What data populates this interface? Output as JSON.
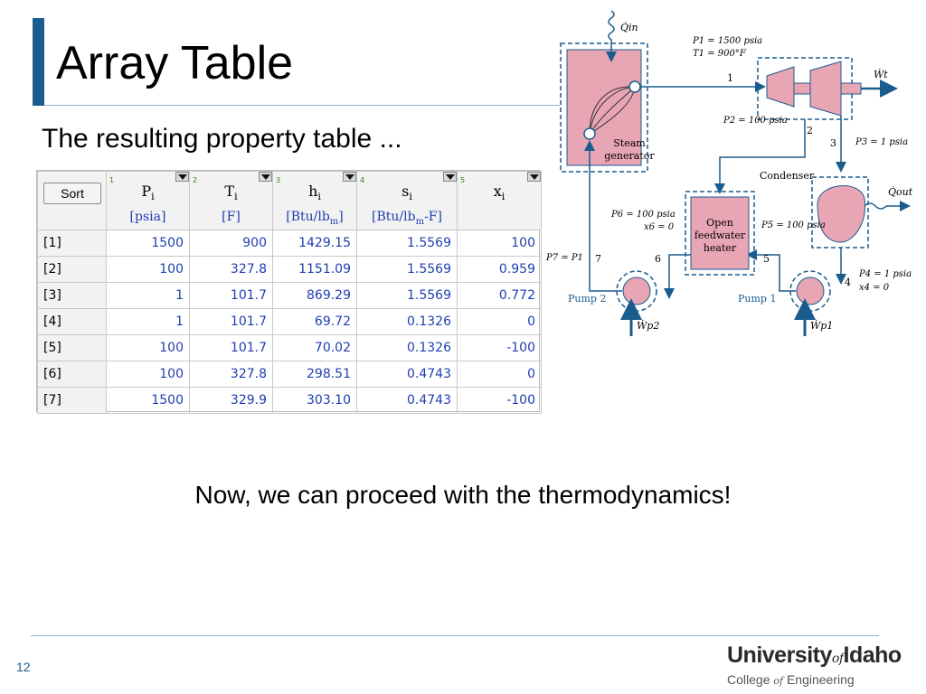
{
  "slide": {
    "title": "Array Table",
    "subtitle": "The resulting property table ...",
    "note": "Now, we can proceed with the thermodynamics!",
    "page_number": "12"
  },
  "table": {
    "sort_label": "Sort",
    "columns": [
      {
        "index": "1",
        "name": "P",
        "sub": "i",
        "unit": "[psia]"
      },
      {
        "index": "2",
        "name": "T",
        "sub": "i",
        "unit": "[F]"
      },
      {
        "index": "3",
        "name": "h",
        "sub": "i",
        "unit": "[Btu/lb",
        "unit_sub": "m",
        "unit_tail": "]"
      },
      {
        "index": "4",
        "name": "s",
        "sub": "i",
        "unit": "[Btu/lb",
        "unit_sub": "m",
        "unit_tail": "-F]"
      },
      {
        "index": "5",
        "name": "x",
        "sub": "i",
        "unit": ""
      }
    ],
    "rows": [
      {
        "label": "[1]",
        "values": [
          "1500",
          "900",
          "1429.15",
          "1.5569",
          "100"
        ]
      },
      {
        "label": "[2]",
        "values": [
          "100",
          "327.8",
          "1151.09",
          "1.5569",
          "0.959"
        ]
      },
      {
        "label": "[3]",
        "values": [
          "1",
          "101.7",
          "869.29",
          "1.5569",
          "0.772"
        ]
      },
      {
        "label": "[4]",
        "values": [
          "1",
          "101.7",
          "69.72",
          "0.1326",
          "0"
        ]
      },
      {
        "label": "[5]",
        "values": [
          "100",
          "101.7",
          "70.02",
          "0.1326",
          "-100"
        ]
      },
      {
        "label": "[6]",
        "values": [
          "100",
          "327.8",
          "298.51",
          "0.4743",
          "0"
        ]
      },
      {
        "label": "[7]",
        "values": [
          "1500",
          "329.9",
          "303.10",
          "0.4743",
          "-100"
        ]
      }
    ]
  },
  "diagram": {
    "q_in": "Q̇in",
    "q_out": "Q̇out",
    "w_t": "Ẇt",
    "w_p1": "Ẇp1",
    "w_p2": "Ẇp2",
    "steam_gen_1": "Steam",
    "steam_gen_2": "generator",
    "condenser": "Condenser",
    "fwh_1": "Open",
    "fwh_2": "feedwater",
    "fwh_3": "heater",
    "pump1": "Pump 1",
    "pump2": "Pump 2",
    "st1_p": "P1 = 1500 psia",
    "st1_t": "T1 = 900°F",
    "st2_p": "P2 = 100 psia",
    "st3_p": "P3 = 1 psia",
    "st4_p": "P4 = 1 psia",
    "st4_x": "x4 = 0",
    "st5_p": "P5 = 100 psia",
    "st6_p": "P6 = 100 psia",
    "st6_x": "x6 = 0",
    "st7_p": "P7 = P1",
    "n1": "1",
    "n2": "2",
    "n3": "3",
    "n4": "4",
    "n5": "5",
    "n6": "6",
    "n7": "7"
  },
  "logo": {
    "main_a": "University",
    "main_of": "of",
    "main_b": "Idaho",
    "sub_a": "College",
    "sub_of": "of",
    "sub_b": "Engineering"
  },
  "colors": {
    "accent": "#1b5c8e",
    "equipment_fill": "#e8a5b3",
    "flow_line": "#1b5c8e",
    "unit_text": "#1f3fb0"
  }
}
